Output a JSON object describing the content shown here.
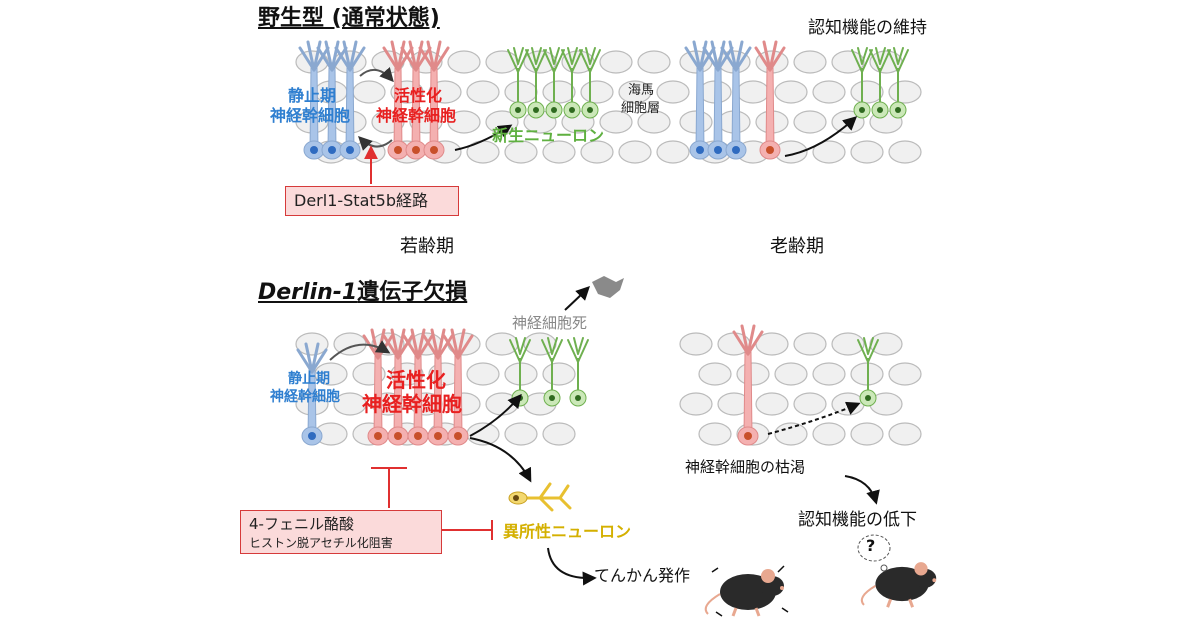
{
  "top": {
    "title": "野生型 (通常状態)",
    "quiescent_label": [
      "静止期",
      "神経幹細胞"
    ],
    "active_label": [
      "活性化",
      "神経幹細胞"
    ],
    "newborn_label": "新生ニューロン",
    "layer_label": [
      "海馬",
      "細胞層"
    ],
    "pathway_label": "Derl1-Stat5b経路",
    "maintenance_label": "認知機能の維持"
  },
  "stages": {
    "young": "若齢期",
    "aged": "老齢期"
  },
  "bottom": {
    "title_italic": "Derlin-1",
    "title_rest": "遺伝子欠損",
    "quiescent_label": [
      "静止期",
      "神経幹細胞"
    ],
    "active_label": [
      "活性化",
      "神経幹細胞"
    ],
    "death_label": "神経細胞死",
    "drug_name": "4-フェニル酪酸",
    "drug_class": "ヒストン脱アセチル化阻害",
    "ectopic_label": "異所性ニューロン",
    "seizure_label": "てんかん発作",
    "exhaustion_label": "神経幹細胞の枯渇",
    "decline_label": "認知機能の低下",
    "question_mark": "?"
  },
  "colors": {
    "quiescent_cell": "#a9c4e8",
    "quiescent_text": "#2f7fd0",
    "active_cell": "#f4b0b0",
    "active_text": "#e82020",
    "newborn_neuron": "#8fd070",
    "newborn_text": "#5fb040",
    "ectopic_neuron": "#e8c030",
    "ectopic_text": "#d4b000",
    "inhibit_red": "#e03030",
    "background_cell": "#f0f0f0"
  }
}
